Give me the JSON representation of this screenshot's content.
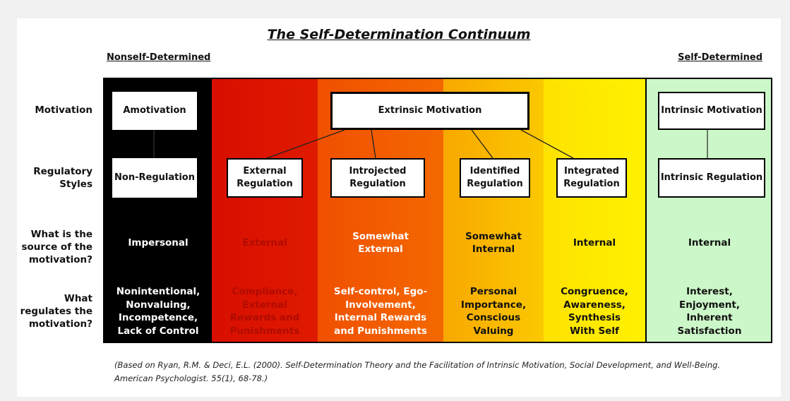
{
  "title": "The Self-Determination Continuum",
  "ends": {
    "left": "Nonself-Determined",
    "right": "Self-Determined"
  },
  "row_labels": {
    "motivation": "Motivation",
    "regulatory_styles": [
      "Regulatory",
      "Styles"
    ],
    "source": [
      "What is the",
      "source of the",
      "motivation?"
    ],
    "regulates": [
      "What",
      "regulates the",
      "motivation?"
    ]
  },
  "motivation_boxes": {
    "amotivation": "Amotivation",
    "extrinsic": "Extrinsic Motivation",
    "intrinsic": "Intrinsic Motivation"
  },
  "columns": [
    {
      "style": [
        "Non-Regulation"
      ],
      "source": [
        "Impersonal"
      ],
      "regulates": [
        "Nonintentional,",
        "Nonvaluing,",
        "Incompetence,",
        "Lack of Control"
      ],
      "color": "#000000"
    },
    {
      "style": [
        "External",
        "Regulation"
      ],
      "source": [
        "External"
      ],
      "regulates": [
        "Compliance,",
        "External",
        "Rewards and",
        "Punishments"
      ],
      "color": "#dd1100"
    },
    {
      "style": [
        "Introjected",
        "Regulation"
      ],
      "source": [
        "Somewhat",
        "External"
      ],
      "regulates": [
        "Self-control, Ego-",
        "Involvement,",
        "Internal Rewards",
        "and Punishments"
      ],
      "color": "#f25a00"
    },
    {
      "style": [
        "Identified",
        "Regulation"
      ],
      "source": [
        "Somewhat",
        "Internal"
      ],
      "regulates": [
        "Personal",
        "Importance,",
        "Conscious",
        "Valuing"
      ],
      "color": "#f9b400"
    },
    {
      "style": [
        "Integrated",
        "Regulation"
      ],
      "source": [
        "Internal"
      ],
      "regulates": [
        "Congruence,",
        "Awareness,",
        "Synthesis",
        "With Self"
      ],
      "color": "#ffee00"
    },
    {
      "style": [
        "Intrinsic Regulation"
      ],
      "source": [
        "Internal"
      ],
      "regulates": [
        "Interest,",
        "Enjoyment,",
        "Inherent",
        "Satisfaction"
      ],
      "color": "#ccf7c8"
    }
  ],
  "citation": [
    "(Based on Ryan, R.M. & Deci, E.L. (2000). Self-Determination Theory and the Facilitation of Intrinsic Motivation, Social Development, and Well-Being.",
    "American Psychologist.  55(1), 68-78.)"
  ]
}
